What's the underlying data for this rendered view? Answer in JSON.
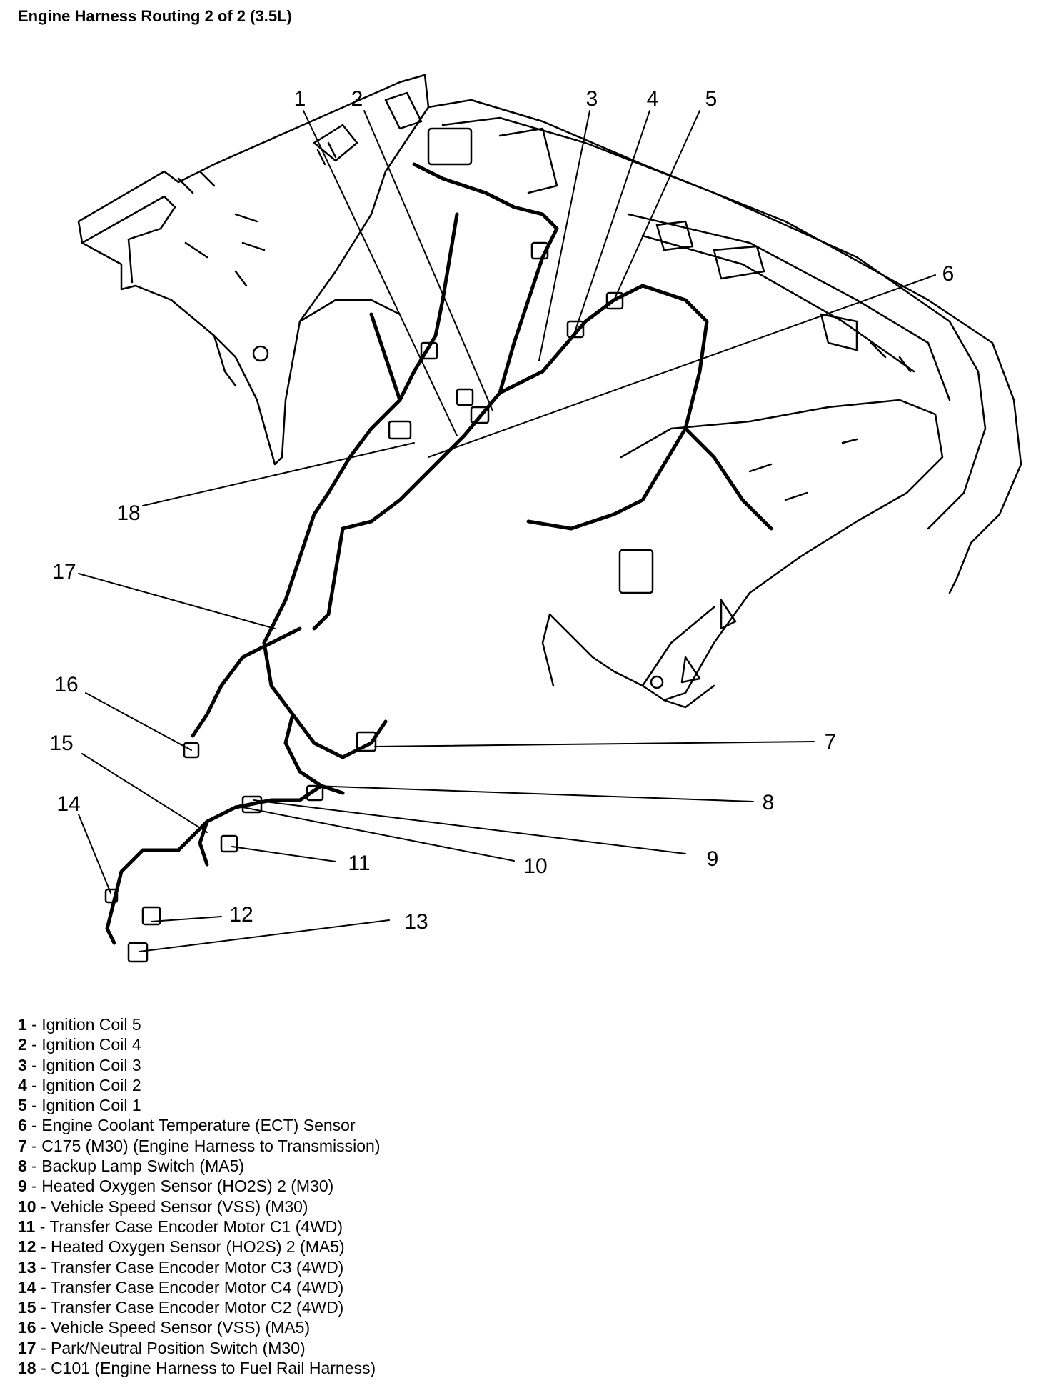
{
  "title": "Engine Harness Routing 2 of 2 (3.5L)",
  "callouts": [
    "1",
    "2",
    "3",
    "4",
    "5",
    "6",
    "7",
    "8",
    "9",
    "10",
    "11",
    "12",
    "13",
    "14",
    "15",
    "16",
    "17",
    "18"
  ],
  "legend": [
    {
      "num": "1",
      "label": "Ignition Coil 5"
    },
    {
      "num": "2",
      "label": "Ignition Coil 4"
    },
    {
      "num": "3",
      "label": "Ignition Coil 3"
    },
    {
      "num": "4",
      "label": "Ignition Coil 2"
    },
    {
      "num": "5",
      "label": "Ignition Coil 1"
    },
    {
      "num": "6",
      "label": "Engine Coolant Temperature (ECT) Sensor"
    },
    {
      "num": "7",
      "label": "C175 (M30) (Engine Harness to Transmission)"
    },
    {
      "num": "8",
      "label": "Backup Lamp Switch (MA5)"
    },
    {
      "num": "9",
      "label": "Heated Oxygen Sensor (HO2S) 2 (M30)"
    },
    {
      "num": "10",
      "label": "Vehicle Speed Sensor (VSS) (M30)"
    },
    {
      "num": "11",
      "label": "Transfer Case Encoder Motor C1 (4WD)"
    },
    {
      "num": "12",
      "label": "Heated Oxygen Sensor (HO2S) 2 (MA5)"
    },
    {
      "num": "13",
      "label": "Transfer Case Encoder Motor C3 (4WD)"
    },
    {
      "num": "14",
      "label": "Transfer Case Encoder Motor C4 (4WD)"
    },
    {
      "num": "15",
      "label": "Transfer Case Encoder Motor C2 (4WD)"
    },
    {
      "num": "16",
      "label": "Vehicle Speed Sensor (VSS) (MA5)"
    },
    {
      "num": "17",
      "label": "Park/Neutral Position Switch (M30)"
    },
    {
      "num": "18",
      "label": "C101 (Engine Harness to Fuel Rail Harness)"
    }
  ]
}
